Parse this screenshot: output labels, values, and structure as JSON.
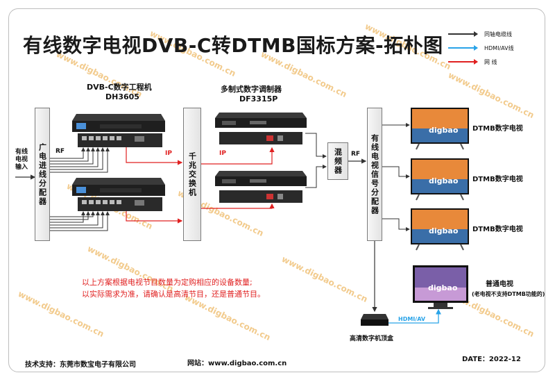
{
  "title": "有线数字电视DVB-C转DTMB国标方案-拓朴图",
  "legend": [
    {
      "label": "同轴电缆线",
      "color": "#333333"
    },
    {
      "label": "HDMI/AV线",
      "color": "#29a3e8"
    },
    {
      "label": "网 线",
      "color": "#e02020"
    }
  ],
  "input_label": "有线电视输入",
  "splitter_label": "广电进线分配器",
  "rf_label": "RF",
  "ip_label": "IP",
  "engineering": {
    "name": "DVB-C数字工程机",
    "model": "DH3605"
  },
  "modulator": {
    "name": "多制式数字调制器",
    "model": "DF3315P"
  },
  "switch_label": "千兆交换机",
  "mixer_label": "混频器",
  "distributor_label": "有线电视信号分配器",
  "tvs": [
    "DTMB数字电视",
    "DTMB数字电视",
    "DTMB数字电视"
  ],
  "tv_screen_brand": "digbao",
  "normal_tv": {
    "name": "普通电视",
    "note": "(老电视不支持DTMB功能的)"
  },
  "stb_label": "高清数字机顶盒",
  "hdmi_label": "HDMI/AV",
  "note_lines": [
    "以上方案根据电视节目数量为定购相应的设备数量;",
    "以实际需求为准，请确认是高清节目，还是普通节目。"
  ],
  "footer": {
    "support": "技术支持：东莞市数宝电子有限公司",
    "website": "网站：www.digbao.com.cn",
    "date": "DATE：2022-12"
  },
  "watermark": "www.digbao.com.cn",
  "colors": {
    "coax": "#333333",
    "hdmi": "#29a3e8",
    "net": "#e02020"
  }
}
